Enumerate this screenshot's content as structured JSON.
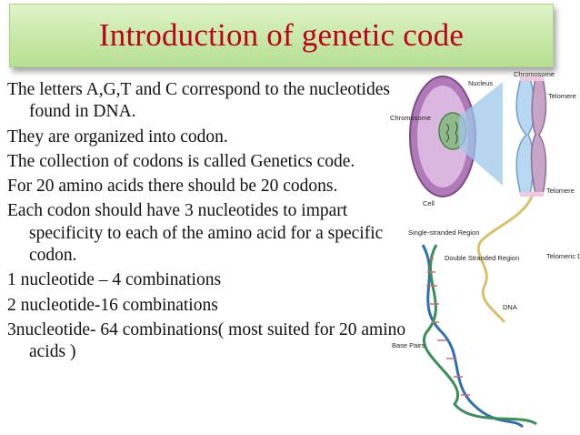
{
  "slide": {
    "title": "Introduction of genetic code",
    "bullets": [
      "The letters A,G,T and C correspond to the nucleotides found in DNA.",
      "They are organized into codon.",
      "The collection of codons is called Genetics code.",
      "For 20 amino acids there should be 20 codons.",
      "Each codon should have 3 nucleotides to impart specificity to each of the amino acid for a specific codon.",
      "1 nucleotide – 4 combinations",
      "2 nucleotide-16 combinations",
      "3nucleotide- 64 combinations( most suited for 20 amino acids )"
    ]
  },
  "diagram": {
    "labels": {
      "nucleus": "Nucleus",
      "chromosome_top": "Chromosome",
      "chromosome_left": "Chromosome",
      "telomere_top": "Telomere",
      "telomere_bottom": "Telomere",
      "cell": "Cell",
      "single_stranded": "Single-stranded Region",
      "double_stranded": "Double Stranded Region",
      "telomeric_repeats": "Telomeric DNA Repeats",
      "dna": "DNA",
      "base_pairs": "Base Pairs"
    },
    "colors": {
      "title": "#c0001c",
      "title_bar": "#c7e9a8",
      "cell": "#b07ab8",
      "chromosome": "#9ec8ea",
      "nucleus": "#8fb98a",
      "dna_strand": "#2f6fb0",
      "telomere_strand": "#d7c16a"
    }
  }
}
